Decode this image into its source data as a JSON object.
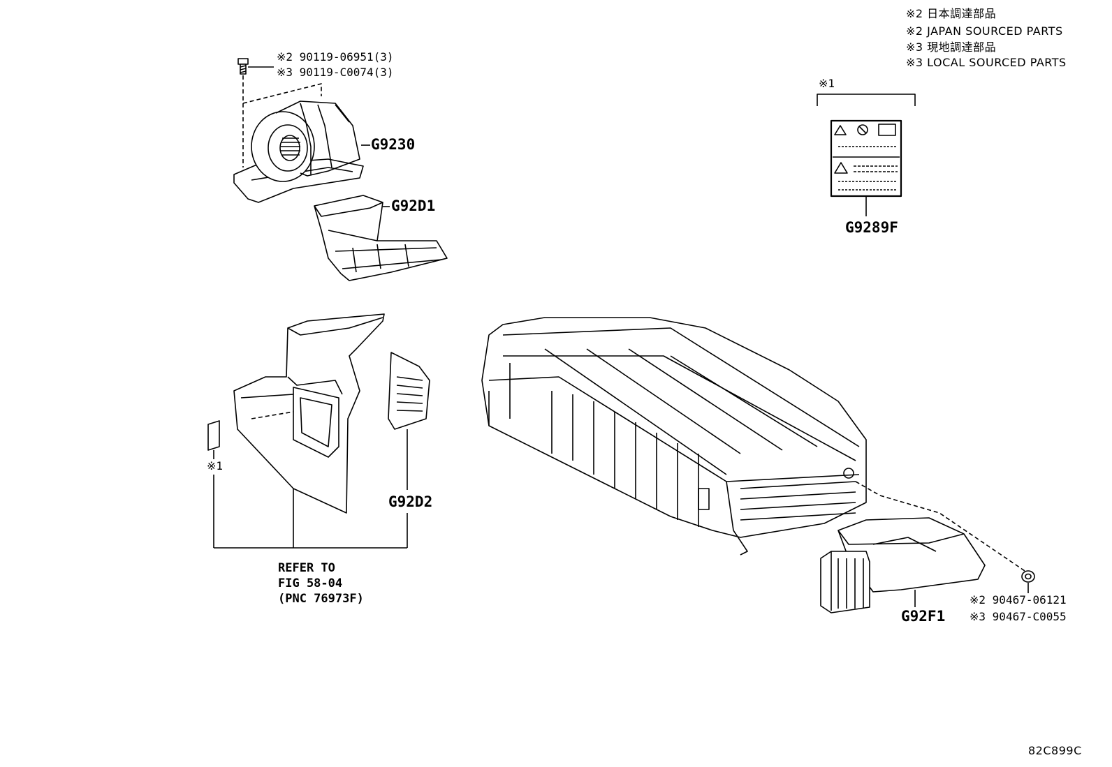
{
  "legend": {
    "lines": [
      "※2 日本調達部品",
      "※2 JAPAN SOURCED PARTS",
      "※3 現地調達部品",
      "※3 LOCAL SOURCED PARTS"
    ]
  },
  "callouts": {
    "bolt_1": "※2 90119-06951(3)",
    "bolt_2": "※3 90119-C0074(3)",
    "g9230": "G9230",
    "g92d1": "G92D1",
    "label_note": "※1",
    "g9289f": "G9289F",
    "left_note": "※1",
    "g92d2": "G92D2",
    "refer_1": "REFER TO",
    "refer_2": "FIG 58-04",
    "refer_3": "(PNC 76973F)",
    "g92f1": "G92F1",
    "nut_1": "※2 90467-06121",
    "nut_2": "※3 90467-C0055"
  },
  "figure_id": "82C899C"
}
